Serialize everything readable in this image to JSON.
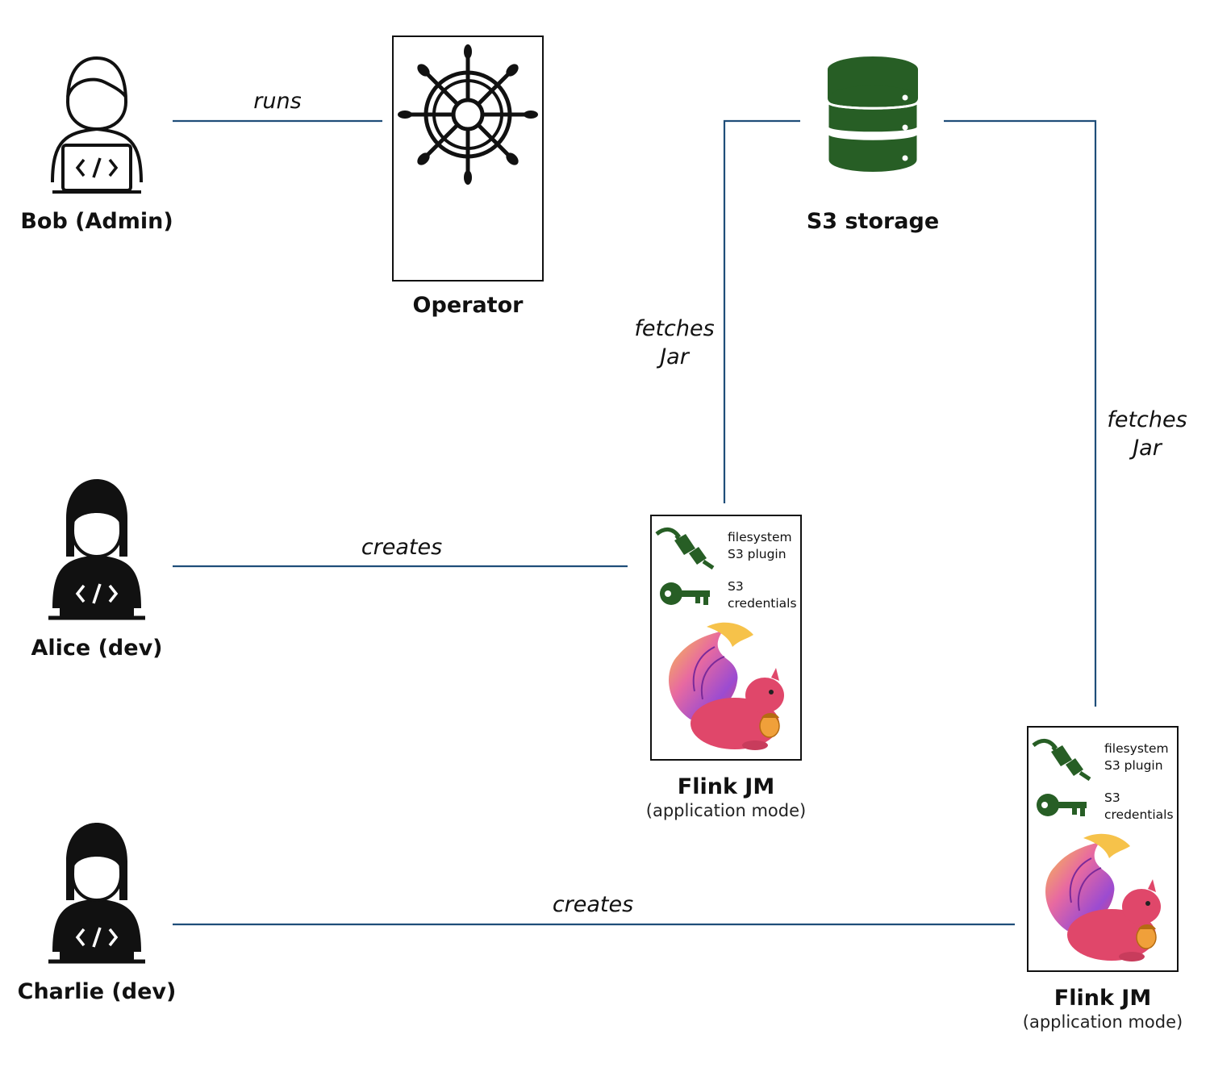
{
  "nodes": {
    "bob": {
      "label": "Bob (Admin)"
    },
    "alice": {
      "label": "Alice (dev)"
    },
    "charlie": {
      "label": "Charlie (dev)"
    },
    "operator": {
      "label": "Operator",
      "icon": "ship-wheel-icon"
    },
    "s3": {
      "label": "S3 storage",
      "icon": "database-icon",
      "color": "#275e25"
    },
    "flink1": {
      "title": "Flink JM",
      "subtitle": "(application mode)",
      "plugin_line1": "filesystem",
      "plugin_line2": "S3 plugin",
      "cred_line1": "S3",
      "cred_line2": "credentials"
    },
    "flink2": {
      "title": "Flink JM",
      "subtitle": "(application mode)",
      "plugin_line1": "filesystem",
      "plugin_line2": "S3 plugin",
      "cred_line1": "S3",
      "cred_line2": "credentials"
    }
  },
  "edges": {
    "runs": "runs",
    "alice_creates": "creates",
    "charlie_creates": "creates",
    "fetch1_line1": "fetches",
    "fetch1_line2": "Jar",
    "fetch2_line1": "fetches",
    "fetch2_line2": "Jar"
  },
  "colors": {
    "edge": "#1f4e79",
    "icon_green": "#275e25",
    "squirrel_pink": "#e0476a"
  }
}
